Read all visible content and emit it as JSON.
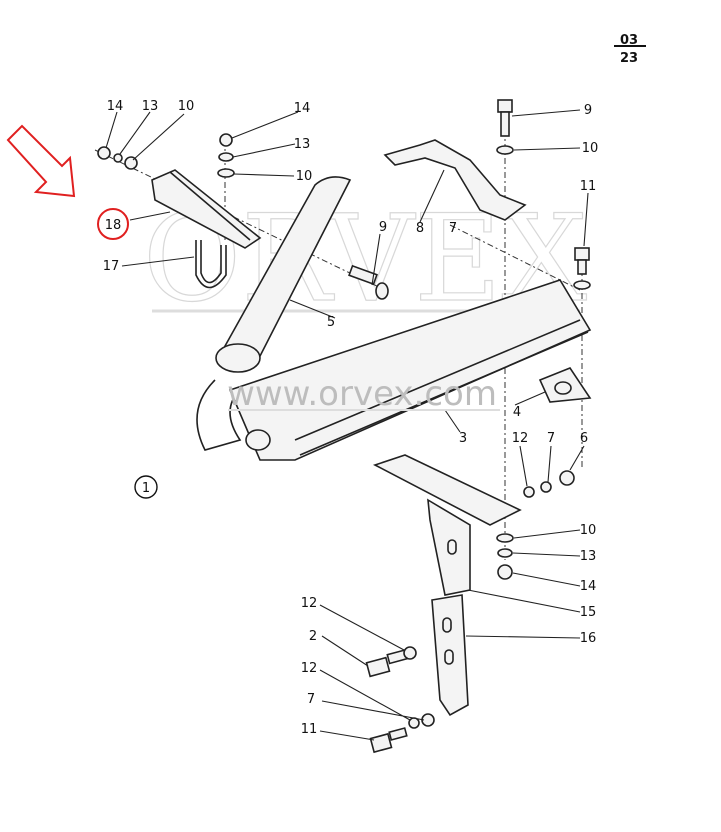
{
  "page_ref": {
    "top": "03",
    "bottom": "23"
  },
  "figure_number": "1",
  "watermark": {
    "brand": "ORVEX",
    "url": "www.orvex.com"
  },
  "highlight": {
    "color": "#e02020",
    "part": "18"
  },
  "callouts": {
    "a14": "14",
    "a13": "13",
    "a10": "10",
    "b14": "14",
    "b13": "13",
    "b10": "10",
    "c9": "9",
    "c10": "10",
    "c11": "11",
    "d18": "18",
    "d17": "17",
    "e9": "9",
    "e8": "8",
    "e7": "7",
    "f5": "5",
    "f4": "4",
    "f3": "3",
    "g12": "12",
    "g7": "7",
    "g6": "6",
    "h10": "10",
    "h13": "13",
    "h14": "14",
    "h15": "15",
    "h16": "16",
    "i12": "12",
    "i2": "2",
    "i12b": "12",
    "i7": "7",
    "i11": "11"
  }
}
